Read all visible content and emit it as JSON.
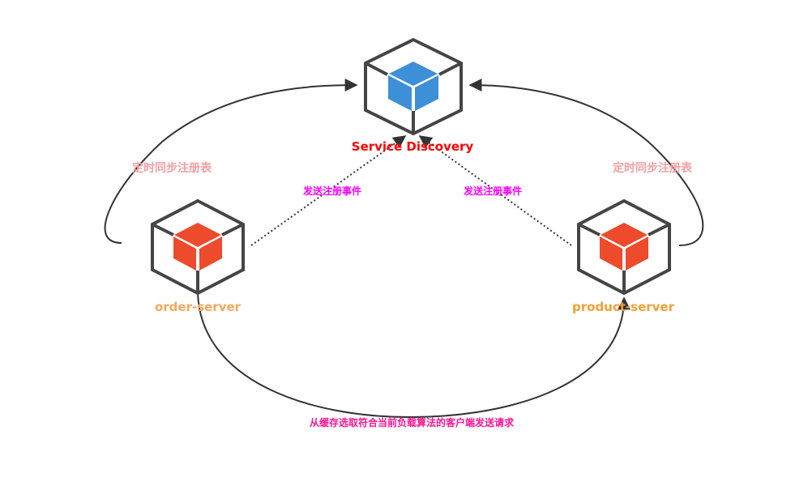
{
  "nodes": {
    "discovery": {
      "label": "Service Discovery",
      "label_color": "#ff0000",
      "cube_color": "#3d8fd8"
    },
    "order": {
      "label": "order-server",
      "label_color": "#f8a75c",
      "cube_color": "#ee4a2c"
    },
    "product": {
      "label": "product-server",
      "label_color": "#f5a033",
      "cube_color": "#ee4a2c"
    }
  },
  "edges": {
    "order_sync": {
      "label": "定时同步注册表",
      "label_color": "#f4a0a2",
      "style": "solid"
    },
    "product_sync": {
      "label": "定时同步注册表",
      "label_color": "#f4a0a2",
      "style": "solid"
    },
    "order_register": {
      "label": "发送注册事件",
      "label_color": "#ff00ff",
      "style": "dotted"
    },
    "product_register": {
      "label": "发送注册事件",
      "label_color": "#ff00ff",
      "style": "dotted"
    },
    "request": {
      "label": "从缓存选取符合当前负载算法的客户端发送请求",
      "label_color": "#ff1493",
      "style": "solid"
    }
  },
  "colors": {
    "outline": "#454545",
    "edge": "#333333"
  }
}
